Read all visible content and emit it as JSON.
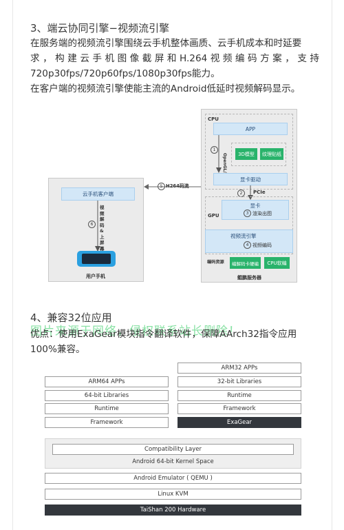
{
  "section3": {
    "heading": "3、端云协同引擎−视频流引擎",
    "para1_lines": [
      "在服务端的视频流引擎围绕云手机整体画质、云手机成本和时延要",
      "求，构建云手机图像截屏和H.264视频编码方案，支持",
      "720p30fps/720p60fps/1080p30fps能力。"
    ],
    "para2": "在客户端的视频流引擎使能主流的Android低延时视频解码显示。"
  },
  "diagram": {
    "cpu_label": "CPU",
    "app": "APP",
    "step1_num": "1",
    "opengl": "OpenGL/API",
    "model3d": "3D模型",
    "texture": "纹理贴纸",
    "gpu_driver": "显卡驱动",
    "step2_num": "2",
    "pcie": "PCIe",
    "gpu_label": "GPU",
    "graphics_card": "显卡",
    "step3_num": "3",
    "render": "渲染出图",
    "video_engine": "视频流引擎",
    "step4_num": "4",
    "video_encode": "视频编码",
    "codec_resource": "编码资源",
    "hw_codec": "编解码卡硬编",
    "cpu_soft": "CPU软编",
    "server": "鲲鹏服务器",
    "step5_num": "5",
    "h264_stream": "H264码流",
    "client_app": "云手机客户端",
    "step6_num": "6",
    "decode_screen": "视频解码&上屏幕",
    "user_phone": "用户手机"
  },
  "section4": {
    "heading": "4、兼容32位应用",
    "watermark": "图片来源于网络，侵权联系站长删除！",
    "para_lines": [
      "优点：使用ExaGear模块指令翻译软件，保障AArch32指令应用",
      "100%兼容。"
    ]
  },
  "arch": {
    "left": [
      "ARM64 APPs",
      "64-bit Libraries",
      "Runtime",
      "Framework"
    ],
    "right": [
      "ARM32 APPs",
      "32-bit Libraries",
      "Runtime",
      "Framework",
      "ExaGear"
    ],
    "compat_layer": "Compatibility Layer",
    "kernel_space": "Android 64-bit Kernel Space",
    "emulator": "Android Emulator ( QEMU )",
    "kvm": "Linux KVM",
    "hardware": "TaiShan 200 Hardware"
  }
}
